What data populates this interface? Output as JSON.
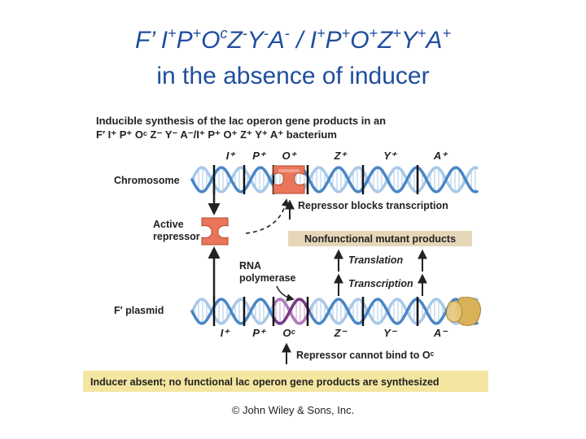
{
  "slide_title": {
    "line1_parts": [
      {
        "t": "F’ I",
        "sup": false
      },
      {
        "t": "+",
        "sup": true
      },
      {
        "t": "P",
        "sup": false
      },
      {
        "t": "+",
        "sup": true
      },
      {
        "t": "O",
        "sup": false
      },
      {
        "t": "c",
        "sup": true
      },
      {
        "t": "Z",
        "sup": false
      },
      {
        "t": "-",
        "sup": true
      },
      {
        "t": "Y",
        "sup": false
      },
      {
        "t": "-",
        "sup": true
      },
      {
        "t": "A",
        "sup": false
      },
      {
        "t": "-",
        "sup": true
      },
      {
        "t": " / I",
        "sup": false
      },
      {
        "t": "+",
        "sup": true
      },
      {
        "t": "P",
        "sup": false
      },
      {
        "t": "+",
        "sup": true
      },
      {
        "t": "O",
        "sup": false
      },
      {
        "t": "+",
        "sup": true
      },
      {
        "t": "Z",
        "sup": false
      },
      {
        "t": "+",
        "sup": true
      },
      {
        "t": "Y",
        "sup": false
      },
      {
        "t": "+",
        "sup": true
      },
      {
        "t": "A",
        "sup": false
      },
      {
        "t": "+",
        "sup": true
      }
    ],
    "line2": "in the absence of inducer"
  },
  "figure": {
    "heading_line1": "Inducible synthesis of the lac operon gene products in an",
    "heading_line2": "F′ I⁺ P⁺ Oᶜ Z⁻ Y⁻ A⁻/I⁺ P⁺ O⁺ Z⁺ Y⁺ A⁺ bacterium",
    "chromosome_label": "Chromosome",
    "plasmid_label": "F′ plasmid",
    "active_repressor_label_1": "Active",
    "active_repressor_label_2": "repressor",
    "rna_polymerase_label_1": "RNA",
    "rna_polymerase_label_2": "polymerase",
    "chromosome_genes": [
      "I⁺",
      "P⁺",
      "O⁺",
      "Z⁺",
      "Y⁺",
      "A⁺"
    ],
    "plasmid_genes": [
      "I⁺",
      "P⁺",
      "Oᶜ",
      "Z⁻",
      "Y⁻",
      "A⁻"
    ],
    "repressor_blocks_label": "Repressor blocks transcription",
    "nonfunctional_label": "Nonfunctional mutant products",
    "translation_label": "Translation",
    "transcription_label": "Transcription",
    "repressor_cannot_label": "Repressor cannot bind to Oᶜ",
    "footer_caption": "Inducer absent; no functional lac operon gene products are synthesized",
    "colors": {
      "title_blue": "#1f4e9e",
      "dna_blue": "#4a86c5",
      "dna_light": "#a8c8e8",
      "operator_purple": "#7a3a86",
      "repressor_orange": "#e9765a",
      "polymerase_tan": "#d9b258",
      "label_bar_tan": "#e6d6b8",
      "caption_bar_yellow": "#f4e6a0"
    }
  },
  "copyright": "© John Wiley & Sons, Inc."
}
